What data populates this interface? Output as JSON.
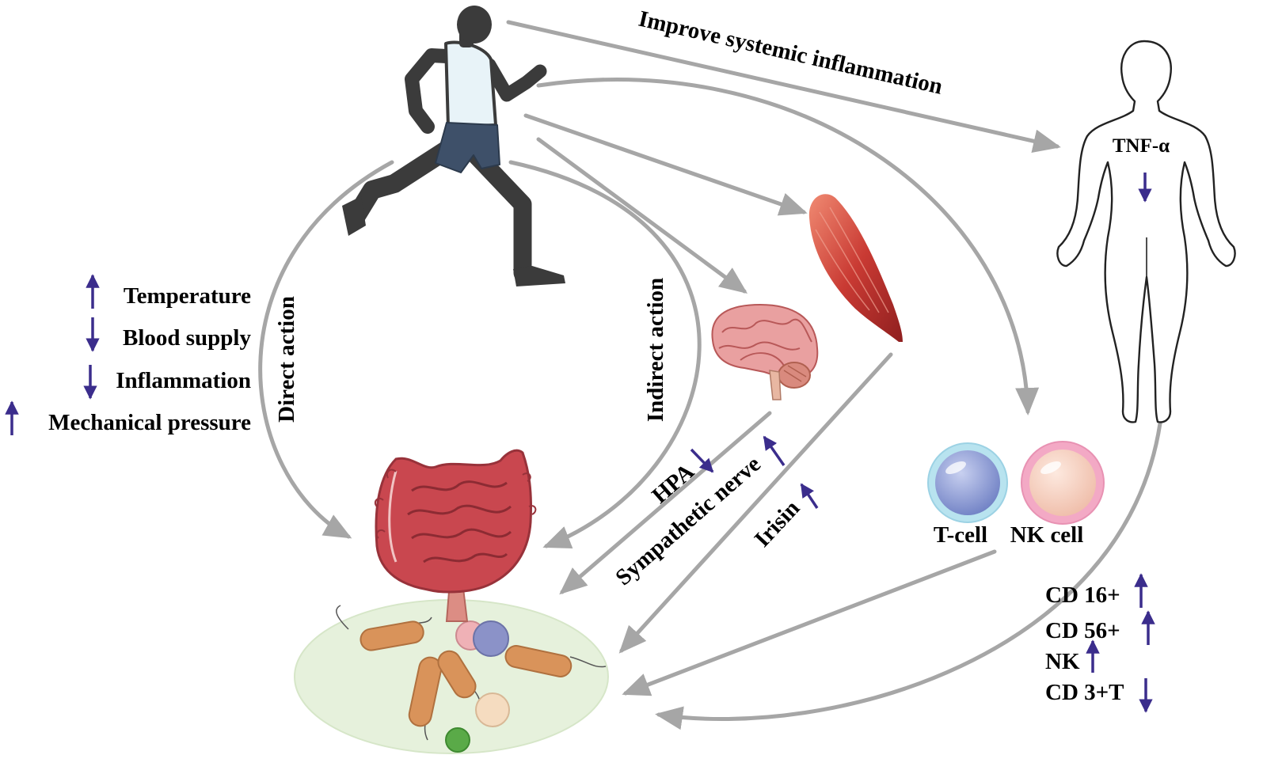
{
  "colors": {
    "arrow": "#a6a6a6",
    "indicator": "#3b2d8c",
    "text": "#000000",
    "gut": "#c9474f",
    "muscle": "#c9403a",
    "microbiome_bg": "#e6f1dc",
    "t_cell": "#8090cc",
    "nk_cell": "#f2c7b7"
  },
  "labels": {
    "systemic": "Improve systemic inflammation",
    "direct": "Direct action",
    "indirect": "Indirect action",
    "hpa": "HPA",
    "sympathetic": "Sympathetic nerve",
    "irisin": "Irisin",
    "tnf": "TNF-α",
    "t_cell": "T-cell",
    "nk_cell": "NK cell"
  },
  "direct_effects": [
    {
      "text": "Temperature",
      "trend": "up"
    },
    {
      "text": "Blood supply",
      "trend": "down"
    },
    {
      "text": "Inflammation",
      "trend": "down"
    },
    {
      "text": "Mechanical pressure",
      "trend": "up"
    }
  ],
  "immune_markers": [
    {
      "text": "CD 16+",
      "trend": "up"
    },
    {
      "text": "CD 56+",
      "trend": "up"
    },
    {
      "text": "NK",
      "trend": "up"
    },
    {
      "text": "CD 3+T",
      "trend": "down"
    }
  ],
  "icons": [
    "runner-icon",
    "human-body-icon",
    "brain-icon",
    "muscle-icon",
    "intestine-icon",
    "microbiome-icon",
    "t-cell-icon",
    "nk-cell-icon"
  ]
}
